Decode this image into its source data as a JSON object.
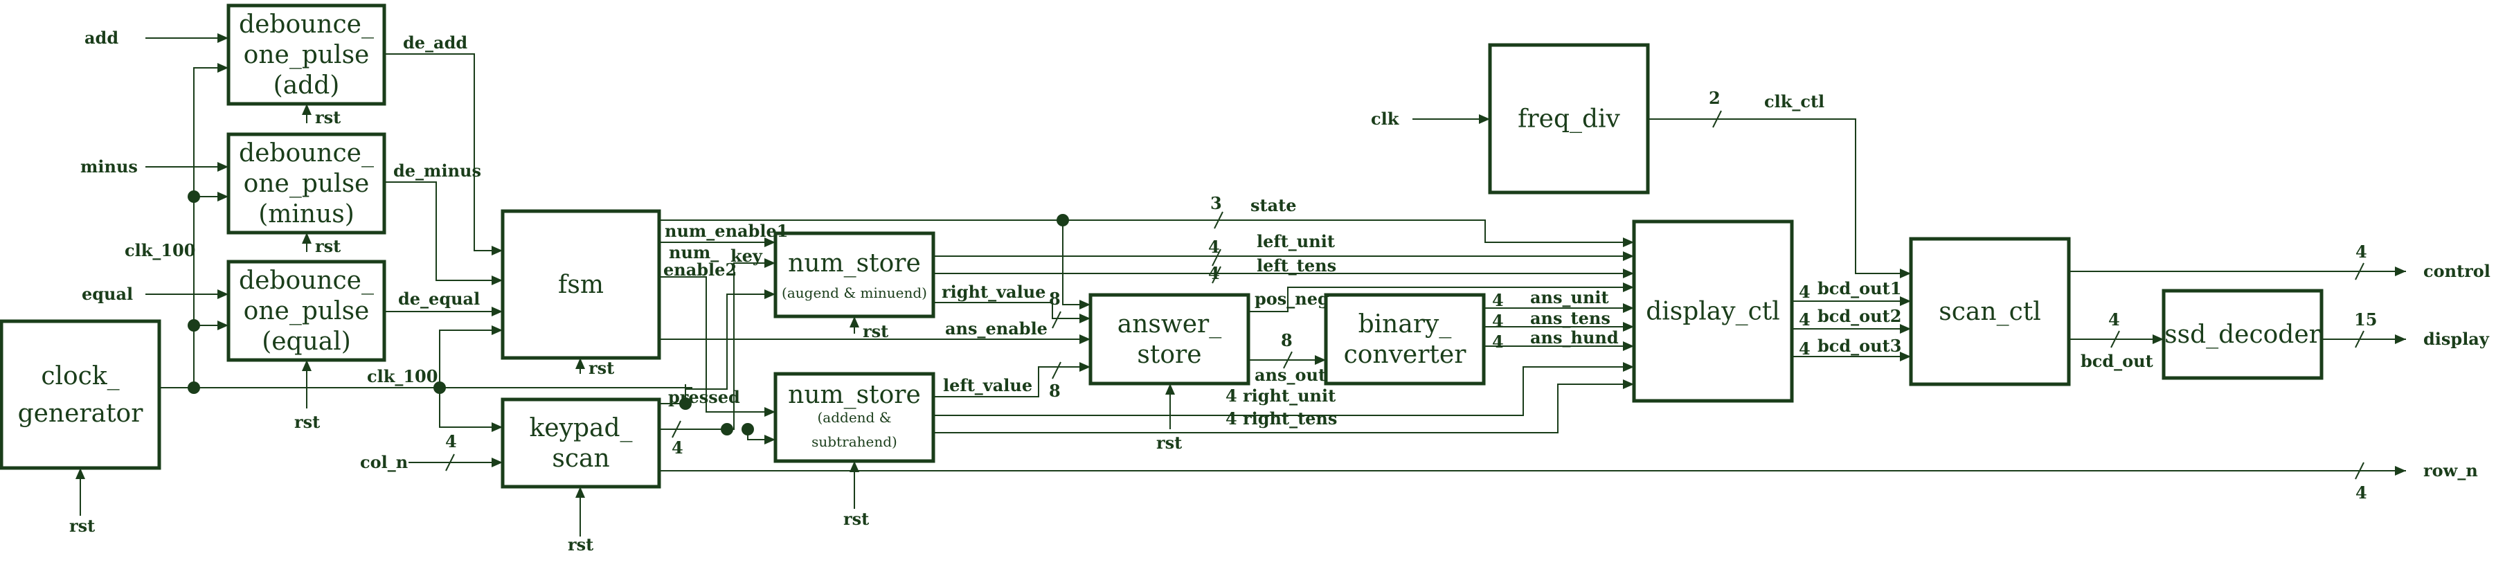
{
  "blocks": {
    "deb_add": [
      "debounce_",
      "one_pulse",
      "(add)"
    ],
    "deb_minus": [
      "debounce_",
      "one_pulse",
      "(minus)"
    ],
    "deb_equal": [
      "debounce_",
      "one_pulse",
      "(equal)"
    ],
    "clock_gen": [
      "clock_",
      "generator"
    ],
    "fsm": [
      "fsm"
    ],
    "keypad": [
      "keypad_",
      "scan"
    ],
    "num_store_top": [
      "num_store"
    ],
    "num_store_top_sub": "(augend & minuend)",
    "num_store_bot": [
      "num_store"
    ],
    "num_store_bot_sub": [
      "(addend &",
      "subtrahend)"
    ],
    "answer_store": [
      "answer_",
      "store"
    ],
    "binary_conv": [
      "binary_",
      "converter"
    ],
    "freq_div": [
      "freq_div"
    ],
    "display_ctl": [
      "display_ctl"
    ],
    "scan_ctl": [
      "scan_ctl"
    ],
    "ssd_decoder": [
      "ssd_decoder"
    ]
  },
  "signals": {
    "add": "add",
    "minus": "minus",
    "equal": "equal",
    "clk_100_left": "clk_100",
    "clk_100_mid": "clk_100",
    "de_add": "de_add",
    "de_minus": "de_minus",
    "de_equal": "de_equal",
    "rst": "rst",
    "col_n": "col_n",
    "w4": "4",
    "pressed": "pressed",
    "key": "key",
    "num_enable1": "num_enable1",
    "num_enable2a": "num_",
    "num_enable2b": "enable2",
    "right_value": "right_value",
    "left_value": "left_value",
    "w8": "8",
    "ans_enable": "ans_enable",
    "state": "state",
    "w3": "3",
    "left_unit": "left_unit",
    "left_tens": "left_tens",
    "pos_neg": "pos_neg",
    "ans_out": "ans_out",
    "right_unit": "right_unit",
    "right_tens": "right_tens",
    "ans_unit": "ans_unit",
    "ans_tens": "ans_tens",
    "ans_hund": "ans_hund",
    "clk": "clk",
    "clk_ctl": "clk_ctl",
    "w2": "2",
    "bcd_out1": "bcd_out1",
    "bcd_out2": "bcd_out2",
    "bcd_out3": "bcd_out3",
    "bcd_out": "bcd_out",
    "control": "control",
    "display": "display",
    "w15": "15",
    "row_n": "row_n"
  }
}
